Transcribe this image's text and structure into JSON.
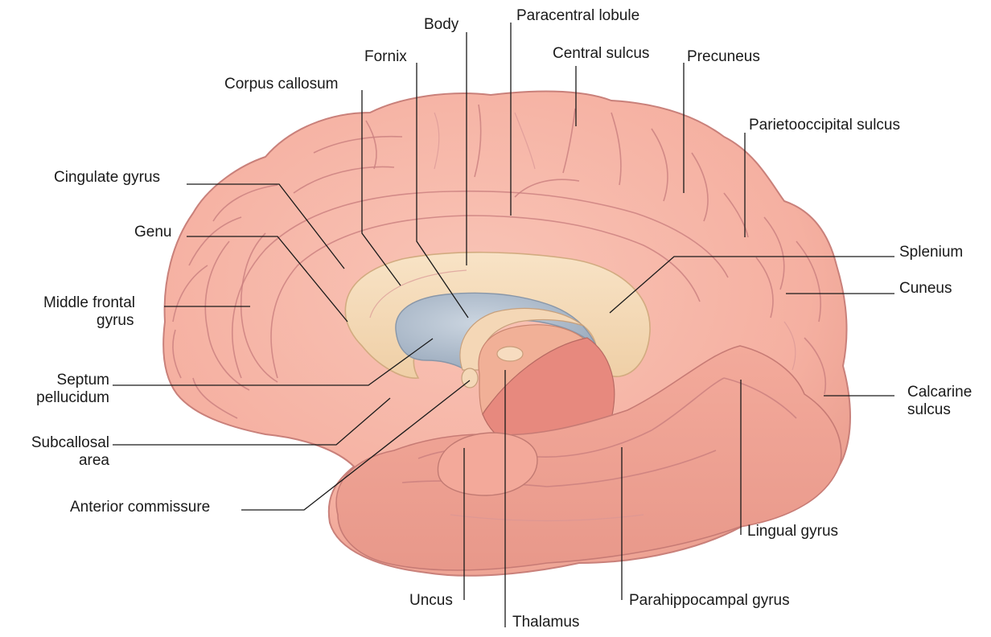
{
  "diagram": {
    "type": "anatomical-illustration",
    "subject": "medial-surface-of-cerebral-hemisphere",
    "colors": {
      "cortex": "#f5b4a6",
      "cortex_shadow": "#e79588",
      "sulcus_line": "#c97e7e",
      "corpus_callosum": "#f6dcbc",
      "ventricle": "#b6c3d2",
      "thalamus": "#f2b69a",
      "leader_line": "#1a1a1a"
    },
    "labels": {
      "body": "Body",
      "paracentral_lobule": "Paracentral lobule",
      "fornix": "Fornix",
      "central_sulcus": "Central sulcus",
      "precuneus": "Precuneus",
      "corpus_callosum": "Corpus callosum",
      "parietooccipital_sulcus": "Parietooccipital sulcus",
      "cingulate_gyrus": "Cingulate gyrus",
      "genu": "Genu",
      "splenium": "Splenium",
      "cuneus": "Cuneus",
      "middle_frontal_gyrus_1": "Middle frontal",
      "middle_frontal_gyrus_2": "gyrus",
      "septum_pellucidum_1": "Septum",
      "septum_pellucidum_2": "pellucidum",
      "calcarine_sulcus_1": "Calcarine",
      "calcarine_sulcus_2": "sulcus",
      "subcallosal_area_1": "Subcallosal",
      "subcallosal_area_2": "area",
      "anterior_commissure": "Anterior commissure",
      "lingual_gyrus": "Lingual gyrus",
      "uncus": "Uncus",
      "parahippocampal_gyrus": "Parahippocampal gyrus",
      "thalamus": "Thalamus"
    }
  }
}
